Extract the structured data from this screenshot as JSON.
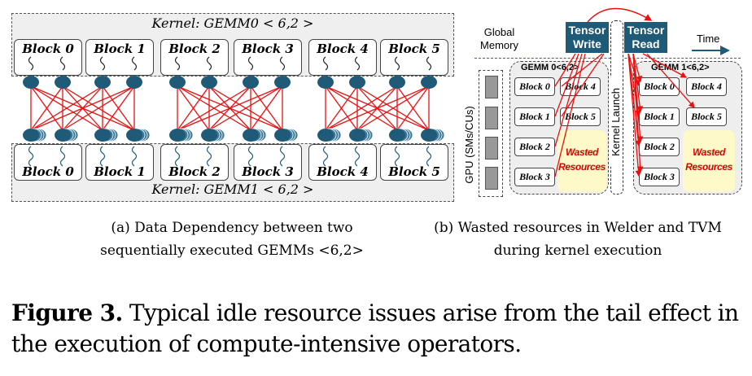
{
  "panel_a": {
    "top_kernel": "Kernel: GEMM0 < 6,2 >",
    "bottom_kernel": "Kernel: GEMM1 < 6,2 >",
    "blocks": [
      "Block 0",
      "Block 1",
      "Block 2",
      "Block 3",
      "Block 4",
      "Block 5"
    ],
    "caption": "(a) Data Dependency between two sequentially executed GEMMs <6,2>"
  },
  "panel_b": {
    "global_memory": "Global Memory",
    "tensor_write": "Tensor Write",
    "tensor_read": "Tensor Read",
    "kernel_launch": "Kernel Launch",
    "time": "Time",
    "gpu_label": "GPU (SMs/CUs)",
    "gemm0": "GEMM 0<6,2>",
    "gemm1": "GEMM 1<6,2>",
    "blocks": [
      "Block 0",
      "Block 1",
      "Block 2",
      "Block 3",
      "Block 4",
      "Block 5"
    ],
    "wasted": "Wasted Resources",
    "caption": "(b) Wasted resources in Welder and TVM during kernel execution"
  },
  "figure_caption": {
    "label": "Figure 3.",
    "text": " Typical idle resource issues arise from the tail effect in the execution of compute-intensive operators."
  },
  "colors": {
    "dependency_line": "#e81010",
    "node": "#1f5a78",
    "wasted_text": "#d00000",
    "wasted_fill": "#fdf9c8"
  }
}
